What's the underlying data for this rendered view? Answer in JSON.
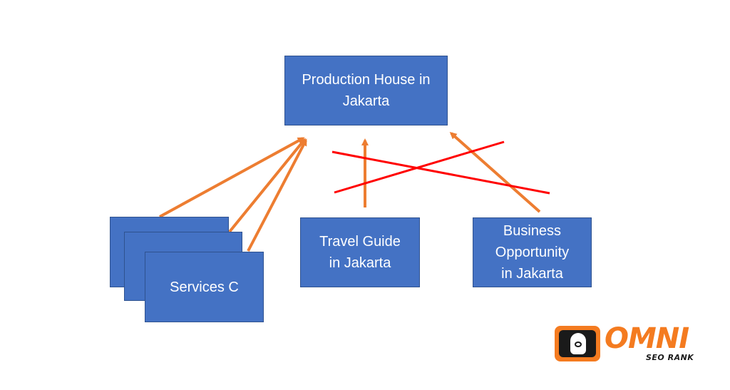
{
  "nodes": {
    "production_house": "Production House in\nJakarta",
    "services": "Services C",
    "travel_guide": "Travel Guide\nin Jakarta",
    "business": "Business\nOpportunity\nin Jakarta"
  },
  "logo": {
    "word": "OMNI",
    "tagline": "SEO RANK"
  },
  "colors": {
    "box_fill": "#4472c4",
    "box_border": "#2f528f",
    "arrow": "#ed7d31",
    "cross": "#ff0000",
    "logo_orange": "#f47b20"
  }
}
